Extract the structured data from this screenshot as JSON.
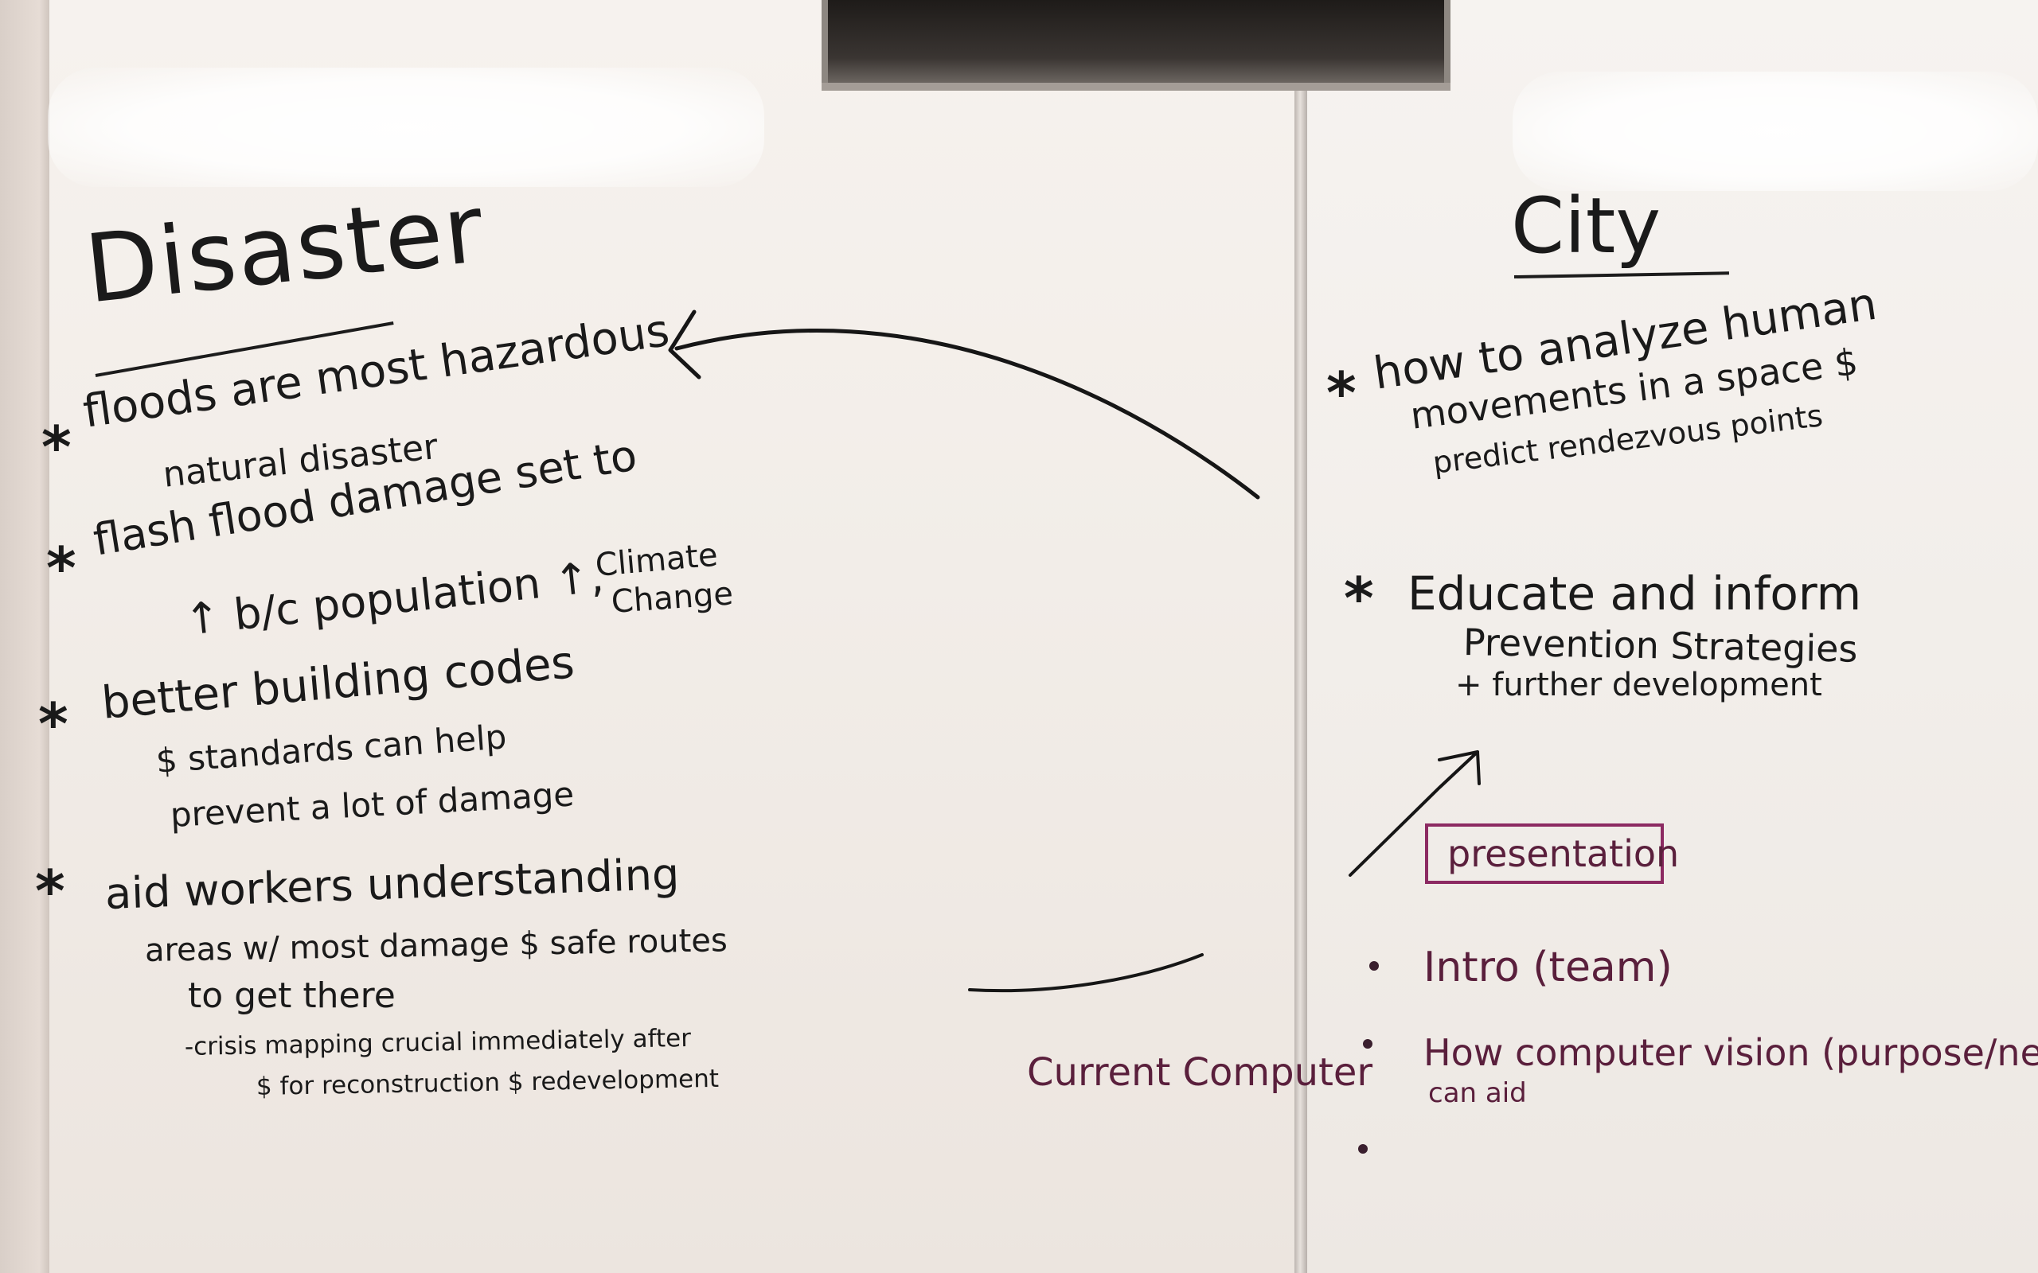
{
  "disaster": {
    "title": "Disaster",
    "items": [
      {
        "marker": "*",
        "line1": "floods are most hazardous",
        "line2": "natural disaster"
      },
      {
        "marker": "*",
        "line1": "flash flood damage set to",
        "line2": "↑ b/c population ↑,",
        "aside1": "Climate",
        "aside2": "Change"
      },
      {
        "marker": "*",
        "line1": "better building codes",
        "line2": "$ standards can help",
        "line3": "prevent a lot of damage"
      },
      {
        "marker": "*",
        "line1": "aid workers understanding",
        "line2": "areas w/ most damage $ safe routes",
        "line3": "to get there",
        "sub1": "-crisis mapping crucial immediately after",
        "sub2": "$ for reconstruction $ redevelopment"
      }
    ]
  },
  "city": {
    "title": "City",
    "items": [
      {
        "marker": "*",
        "line1": "how to analyze human",
        "line2": "movements in a space $",
        "line3": "predict rendezvous points"
      },
      {
        "marker": "*",
        "line1": "Educate and inform",
        "line2": "Prevention Strategies",
        "line3": "+ further development"
      }
    ]
  },
  "presentation": {
    "title": "presentation",
    "bullets": [
      "Intro (team)",
      "How computer vision (purpose/needs)",
      ""
    ],
    "bullet2_sub": "can aid"
  },
  "bottom_note": "Current Computer"
}
